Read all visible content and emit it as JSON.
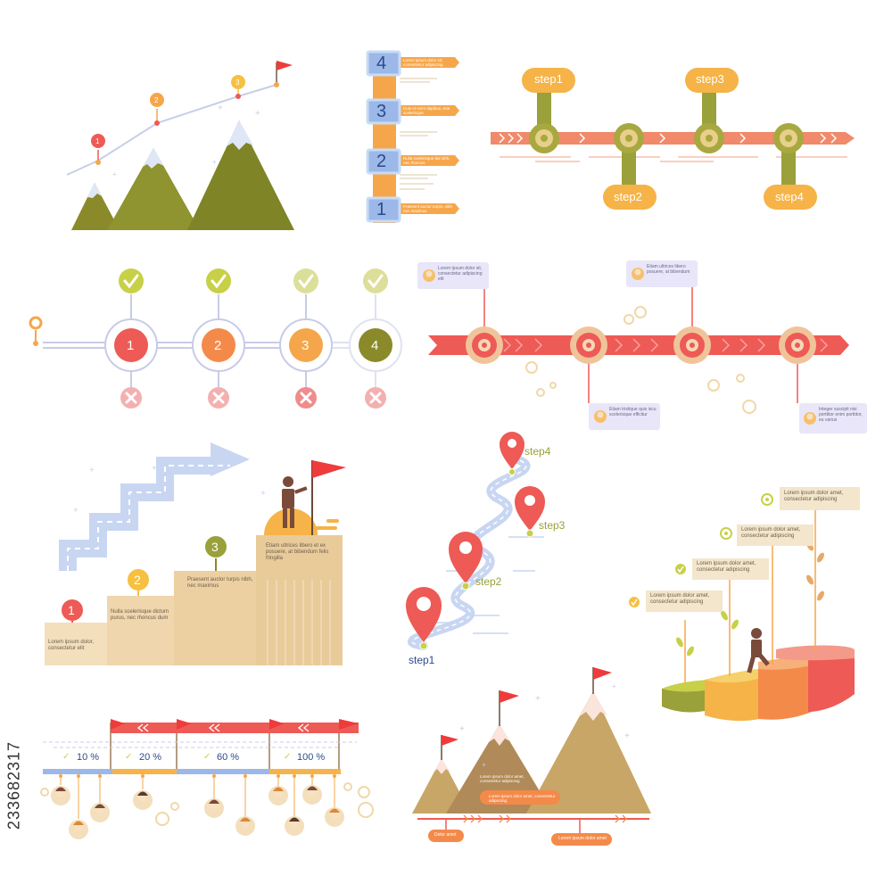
{
  "mountain_chart": {
    "markers": [
      "1",
      "2",
      "3"
    ]
  },
  "stack_steps": [
    {
      "num": "4",
      "text": "Lorem ipsum dolor sit, consectetur adipiscing"
    },
    {
      "num": "3",
      "text": "Duis et enim dapibus, erat scelerisque"
    },
    {
      "num": "2",
      "text": "Nulla scelerisque dui nibh, nec rhoncus"
    },
    {
      "num": "1",
      "text": "Praesent auctor turpis, nibh nec maximus"
    }
  ],
  "arrow_steps": [
    "step1",
    "step2",
    "step3",
    "step4"
  ],
  "check_timeline": {
    "numbers": [
      "1",
      "2",
      "3",
      "4"
    ]
  },
  "people_timeline": [
    "Lorem ipsum dolor sit, consectetur adipiscing elit",
    "Etiam ultrices libero posuere, at bibendum",
    "Etiam tristique quis iscu scelerisque efficitur",
    "Integer suscipit nisi porttitor enim porttitor, eu varius"
  ],
  "stairs": {
    "numbers": [
      "1",
      "2",
      "3"
    ],
    "texts": [
      "Lorem ipsum dolor, consectetur elit",
      "Nulla scelerisque dictum purus, nec rhoncus dum",
      "Praesent auctor turpis nibh, nec maximus",
      "Etiam ultrices libero et ex posuere, at bibendum felis fringilla"
    ]
  },
  "route": [
    "step1",
    "step2",
    "step3",
    "step4"
  ],
  "podium_labels": [
    "Lorem ipsum dolor amet, consectetur adipiscing",
    "Lorem ipsum dolor amet, consectetur adipiscing",
    "Lorem ipsum dolor amet, consectetur adipiscing",
    "Lorem ipsum dolor amet, consectetur adipiscing"
  ],
  "progress": [
    "10 %",
    "20 %",
    "60 %",
    "100 %"
  ],
  "mountains2": {
    "labels": [
      "Lorem ipsum dolor amet, consectetur adipiscing",
      "Lorem ipsum dolor amet, consectetur adipiscing",
      "Dolor amet",
      "Lorem ipsum dolor amet"
    ]
  },
  "watermark": "233682317",
  "colors": {
    "red": "#ee5a55",
    "orange": "#f6a64a",
    "olive": "#9aa03a",
    "blue": "#9bb8e8",
    "tan": "#e9cfa4"
  }
}
